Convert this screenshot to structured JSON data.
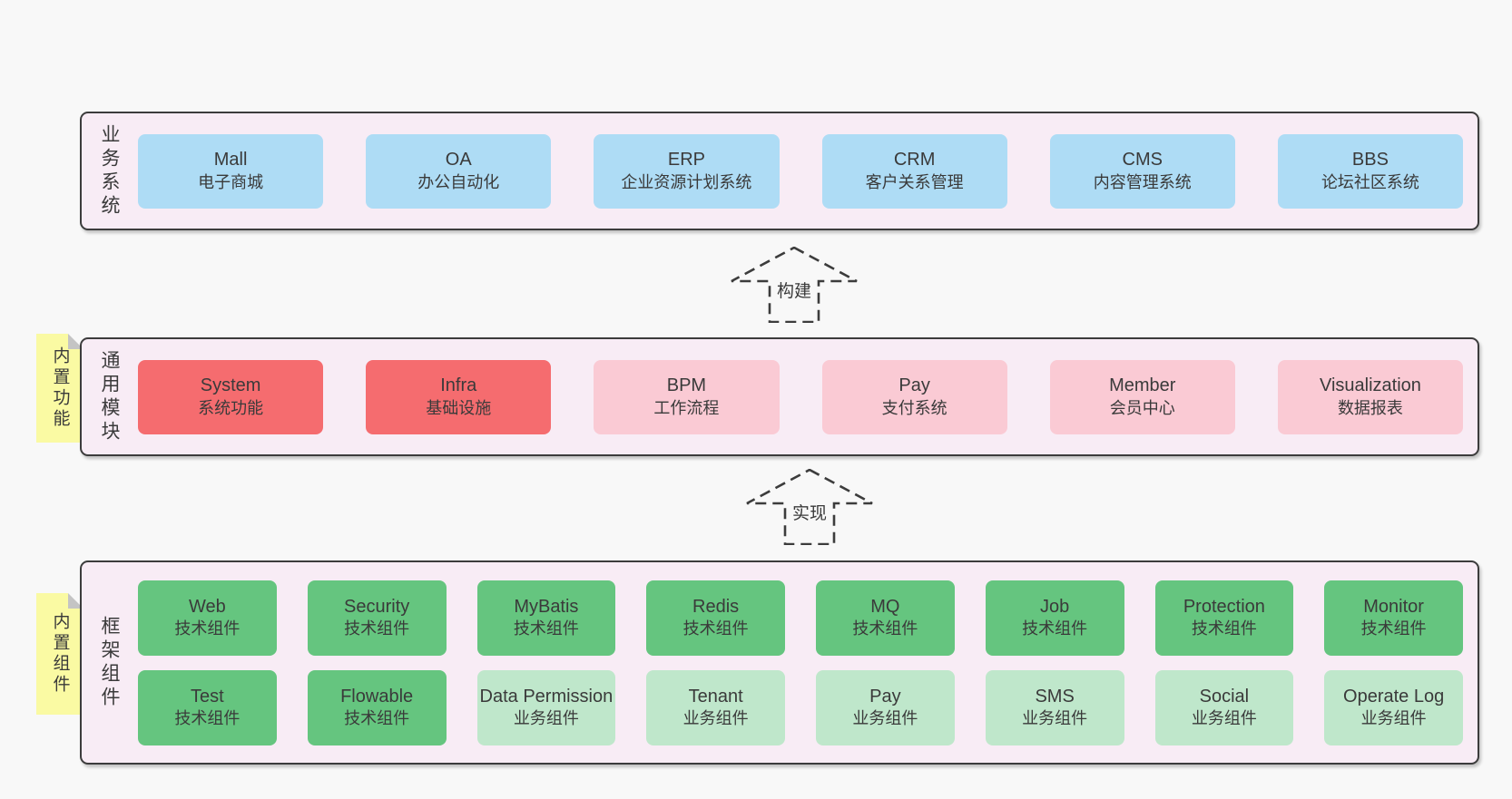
{
  "colors": {
    "page_bg": "#f8f8f8",
    "band_bg": "#f8ecf5",
    "band_border": "#3c3c3c",
    "blue_box": "#aedcf5",
    "red_box": "#f56c6f",
    "pink_box": "#facad4",
    "green_box": "#65c57f",
    "light_green_box": "#bfe7cb",
    "note_bg": "#fafaa3",
    "text": "#3a3a3a"
  },
  "bands": [
    {
      "id": "business-systems",
      "label": "业务系统",
      "boxes": [
        {
          "en": "Mall",
          "zh": "电子商城"
        },
        {
          "en": "OA",
          "zh": "办公自动化"
        },
        {
          "en": "ERP",
          "zh": "企业资源计划系统"
        },
        {
          "en": "CRM",
          "zh": "客户关系管理"
        },
        {
          "en": "CMS",
          "zh": "内容管理系统"
        },
        {
          "en": "BBS",
          "zh": "论坛社区系统"
        }
      ]
    },
    {
      "id": "common-modules",
      "label": "通用模块",
      "note": "内置功能",
      "boxes": [
        {
          "en": "System",
          "zh": "系统功能"
        },
        {
          "en": "Infra",
          "zh": "基础设施"
        },
        {
          "en": "BPM",
          "zh": "工作流程"
        },
        {
          "en": "Pay",
          "zh": "支付系统"
        },
        {
          "en": "Member",
          "zh": "会员中心"
        },
        {
          "en": "Visualization",
          "zh": "数据报表"
        }
      ]
    },
    {
      "id": "framework-components",
      "label": "框架组件",
      "note": "内置组件",
      "rows": [
        [
          {
            "en": "Web",
            "zh": "技术组件"
          },
          {
            "en": "Security",
            "zh": "技术组件"
          },
          {
            "en": "MyBatis",
            "zh": "技术组件"
          },
          {
            "en": "Redis",
            "zh": "技术组件"
          },
          {
            "en": "MQ",
            "zh": "技术组件"
          },
          {
            "en": "Job",
            "zh": "技术组件"
          },
          {
            "en": "Protection",
            "zh": "技术组件"
          },
          {
            "en": "Monitor",
            "zh": "技术组件"
          }
        ],
        [
          {
            "en": "Test",
            "zh": "技术组件"
          },
          {
            "en": "Flowable",
            "zh": "技术组件"
          },
          {
            "en": "Data Permission",
            "zh": "业务组件"
          },
          {
            "en": "Tenant",
            "zh": "业务组件"
          },
          {
            "en": "Pay",
            "zh": "业务组件"
          },
          {
            "en": "SMS",
            "zh": "业务组件"
          },
          {
            "en": "Social",
            "zh": "业务组件"
          },
          {
            "en": "Operate Log",
            "zh": "业务组件"
          }
        ]
      ]
    }
  ],
  "arrows": [
    {
      "label": "构建"
    },
    {
      "label": "实现"
    }
  ]
}
